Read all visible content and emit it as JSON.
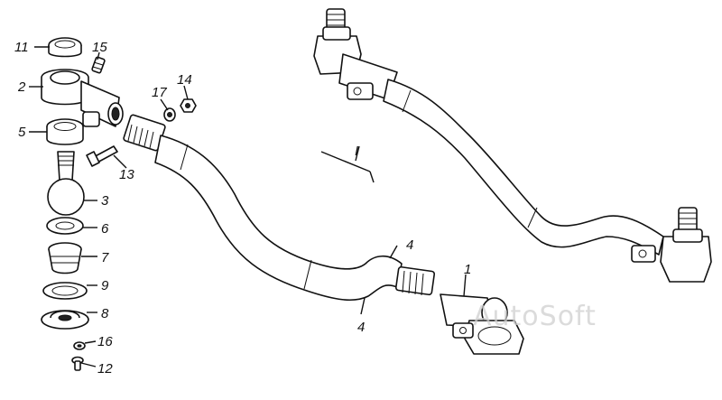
{
  "callouts": {
    "c1": "1",
    "c2": "2",
    "c3": "3",
    "c4a": "4",
    "c4b": "4",
    "c5": "5",
    "c6": "6",
    "c7": "7",
    "c8": "8",
    "c9": "9",
    "c11": "11",
    "c12": "12",
    "c13": "13",
    "c14": "14",
    "c15": "15",
    "c16": "16",
    "c17": "17",
    "cI": "I"
  },
  "watermark": "AutoSoft",
  "colors": {
    "line": "#111111",
    "background": "#ffffff",
    "watermark": "#cfcfcf"
  }
}
